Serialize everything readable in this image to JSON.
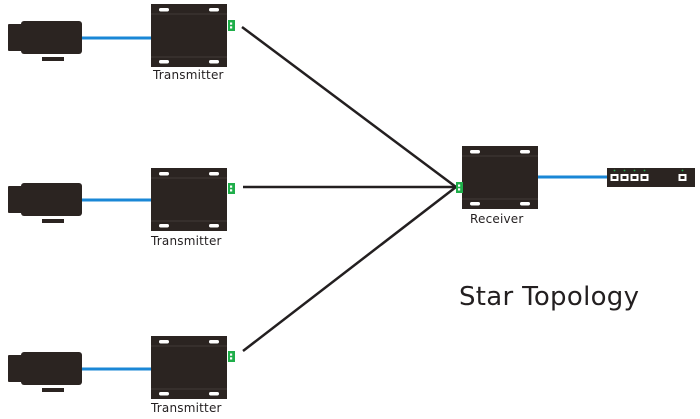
{
  "diagram": {
    "title": "Star Topology",
    "colors": {
      "device": "#2b2421",
      "cable_video": "#1a87d6",
      "cable_link": "#231f20",
      "connector": "#1fae4a",
      "background": "#ffffff"
    },
    "nodes": [
      {
        "id": "camera-1",
        "type": "camera",
        "icon": "camera-icon"
      },
      {
        "id": "camera-2",
        "type": "camera",
        "icon": "camera-icon"
      },
      {
        "id": "camera-3",
        "type": "camera",
        "icon": "camera-icon"
      },
      {
        "id": "transmitter-1",
        "type": "transmitter",
        "label": "Transmitter",
        "icon": "transmitter-box-icon"
      },
      {
        "id": "transmitter-2",
        "type": "transmitter",
        "label": "Transmitter",
        "icon": "transmitter-box-icon"
      },
      {
        "id": "transmitter-3",
        "type": "transmitter",
        "label": "Transmitter",
        "icon": "transmitter-box-icon"
      },
      {
        "id": "receiver",
        "type": "receiver",
        "label": "Receiver",
        "icon": "receiver-box-icon"
      },
      {
        "id": "switch",
        "type": "network-switch",
        "icon": "network-switch-icon",
        "ports": 5
      }
    ],
    "edges": [
      {
        "from": "camera-1",
        "to": "transmitter-1",
        "kind": "video"
      },
      {
        "from": "camera-2",
        "to": "transmitter-2",
        "kind": "video"
      },
      {
        "from": "camera-3",
        "to": "transmitter-3",
        "kind": "video"
      },
      {
        "from": "transmitter-1",
        "to": "receiver",
        "kind": "link"
      },
      {
        "from": "transmitter-2",
        "to": "receiver",
        "kind": "link"
      },
      {
        "from": "transmitter-3",
        "to": "receiver",
        "kind": "link"
      },
      {
        "from": "receiver",
        "to": "switch",
        "kind": "video"
      }
    ]
  }
}
